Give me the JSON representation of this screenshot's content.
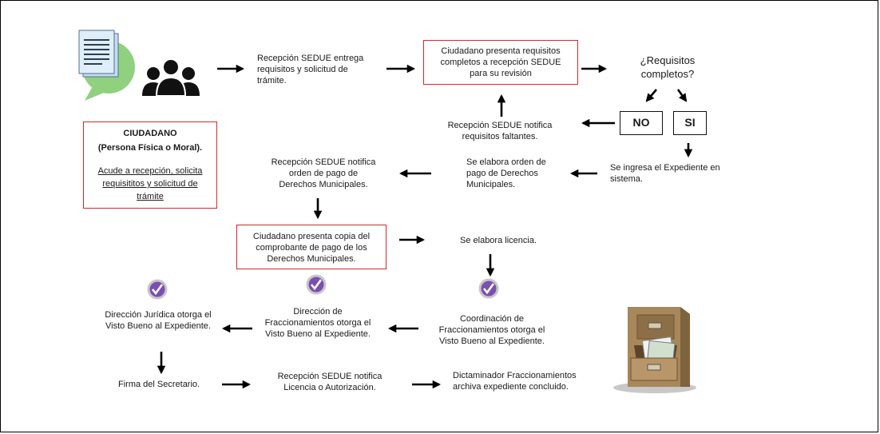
{
  "colors": {
    "box_border": "#d9262c",
    "check": "#7b4fb0",
    "arrow": "#000000"
  },
  "icons": {
    "citizens": "people-with-document-icon",
    "check": "check-badge-icon",
    "archive": "file-cabinet-icon"
  },
  "steps": {
    "s1": {
      "lines": [
        "Recepción SEDUE entrega",
        "requisitos y solicitud de",
        "trámite."
      ]
    },
    "s2": {
      "lines": [
        "Ciudadano presenta requisitos",
        "completos a recepción SEDUE",
        "para su revisión"
      ]
    },
    "s3": {
      "lines": [
        "¿Requisitos",
        "completos?"
      ]
    },
    "no": "NO",
    "si": "SI",
    "s4": {
      "lines": [
        "Recepción SEDUE notifica",
        "requisitos faltantes."
      ]
    },
    "s5": {
      "lines": [
        "Se ingresa el Expediente en",
        "sistema."
      ]
    },
    "s6": {
      "lines": [
        "Se elabora orden de",
        "pago de Derechos",
        "Municipales."
      ]
    },
    "s7": {
      "lines": [
        "Recepción SEDUE notifica",
        "orden de pago de",
        "Derechos Municipales."
      ]
    },
    "s8": {
      "lines": [
        "Ciudadano presenta copia del",
        "comprobante de pago de los",
        "Derechos Municipales."
      ]
    },
    "s9": {
      "lines": [
        "Se elabora licencia."
      ]
    },
    "s10": {
      "lines": [
        "Coordinación de",
        "Fraccionamientos otorga el",
        "Visto Bueno  al Expediente."
      ]
    },
    "s11": {
      "lines": [
        "Dirección de",
        "Fraccionamientos otorga el",
        "Visto Bueno  al Expediente."
      ]
    },
    "s12": {
      "lines": [
        "Dirección Jurídica otorga el",
        "Visto Bueno  al Expediente."
      ]
    },
    "s13": {
      "lines": [
        "Firma del Secretario."
      ]
    },
    "s14": {
      "lines": [
        "Recepción SEDUE notifica",
        "Licencia o Autorización."
      ]
    },
    "s15": {
      "lines": [
        "Dictaminador Fraccionamientos",
        "archiva expediente concluido."
      ]
    }
  },
  "citizen": {
    "title": "CIUDADANO",
    "subtitle": "(Persona Física o Moral).",
    "link_lines": [
      "Acude a recepción, solicita",
      "requisititos y solicitud de",
      "trámite"
    ]
  }
}
